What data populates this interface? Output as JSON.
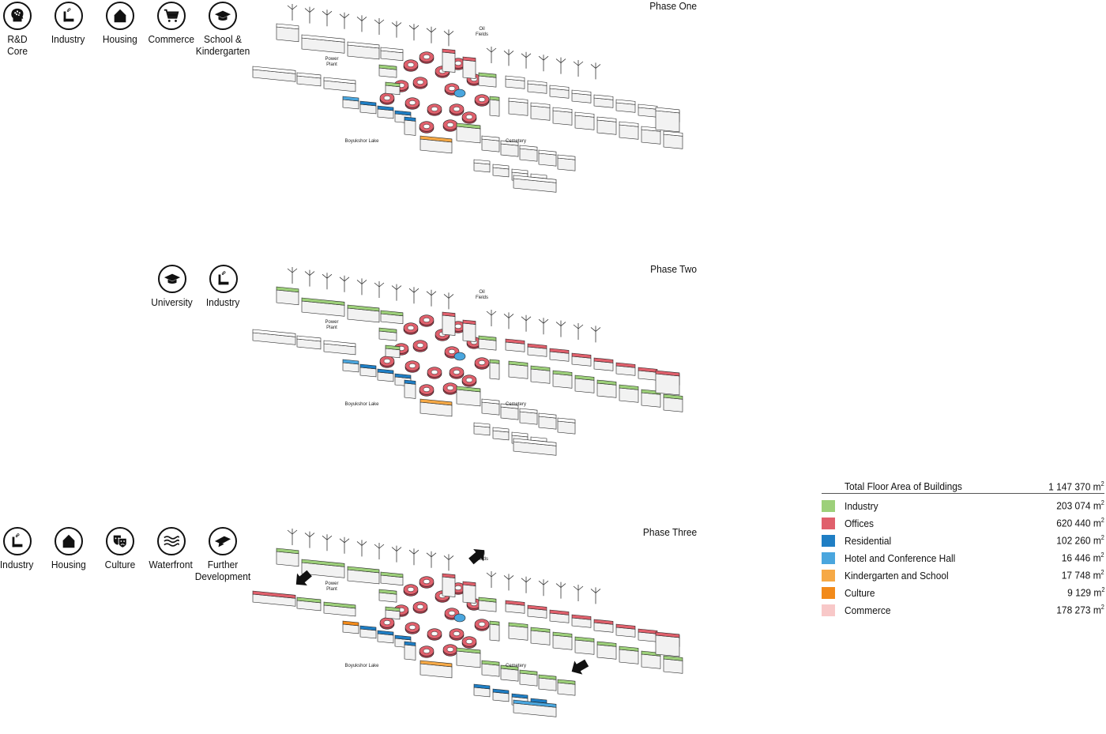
{
  "phases": [
    {
      "title": "Phase One",
      "icons": [
        {
          "label": "R&D Core",
          "icon": "brain-head-icon"
        },
        {
          "label": "Industry",
          "icon": "factory-icon"
        },
        {
          "label": "Housing",
          "icon": "house-icon"
        },
        {
          "label": "Commerce",
          "icon": "shopping-cart-icon"
        },
        {
          "label": "School & Kindergarten",
          "icon": "graduation-cap-icon"
        }
      ]
    },
    {
      "title": "Phase Two",
      "icons": [
        {
          "label": "University",
          "icon": "graduation-cap-icon"
        },
        {
          "label": "Industry",
          "icon": "factory-icon"
        }
      ]
    },
    {
      "title": "Phase Three",
      "icons": [
        {
          "label": "Industry",
          "icon": "factory-icon"
        },
        {
          "label": "Housing",
          "icon": "house-icon"
        },
        {
          "label": "Culture",
          "icon": "theatre-masks-icon"
        },
        {
          "label": "Waterfront",
          "icon": "waves-icon"
        },
        {
          "label": "Further Development",
          "icon": "flying-cap-icon"
        }
      ]
    }
  ],
  "map_labels": {
    "oil_fields": "Oil Fields",
    "power_plant": "Power Plant",
    "lake": "Boyukshor Lake",
    "cemetery": "Cemetery"
  },
  "legend": {
    "total_label": "Total Floor Area of Buildings",
    "total_value": "1 147 370 m",
    "unit_sup": "2",
    "items": [
      {
        "name": "Industry",
        "value": "203 074 m",
        "color": "#9dd07a"
      },
      {
        "name": "Offices",
        "value": "620 440 m",
        "color": "#e0606c"
      },
      {
        "name": "Residential",
        "value": "102 260 m",
        "color": "#1f7ec4"
      },
      {
        "name": "Hotel and Conference Hall",
        "value": "16 446 m",
        "color": "#4aa6de"
      },
      {
        "name": "Kindergarten and School",
        "value": "17 748 m",
        "color": "#f6a946"
      },
      {
        "name": "Culture",
        "value": "9 129 m",
        "color": "#f28a1a"
      },
      {
        "name": "Commerce",
        "value": "178 273 m",
        "color": "#f8c8c8"
      }
    ]
  },
  "colors": {
    "industry": "#9dd07a",
    "offices": "#e0606c",
    "residential": "#1f7ec4",
    "hotel": "#4aa6de",
    "school": "#f6a946",
    "culture": "#f28a1a",
    "commerce": "#f8c8c8",
    "empty": "#ffffff"
  }
}
